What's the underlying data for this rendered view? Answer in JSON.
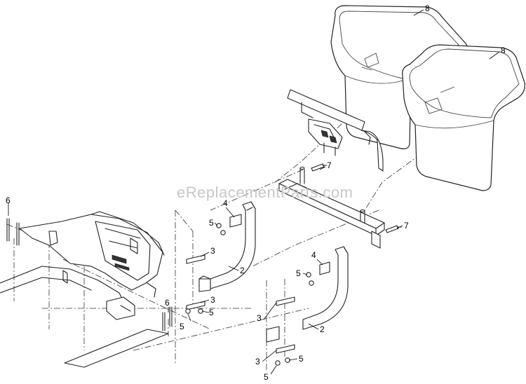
{
  "watermark": "eReplacementParts.com",
  "callouts": {
    "c1": "8",
    "c2": "8",
    "c3": "7",
    "c4": "7",
    "c5": "6",
    "c6": "6",
    "c7": "4",
    "c8": "5",
    "c9": "3",
    "c10": "2",
    "c11": "3",
    "c12": "5",
    "c13": "5",
    "c14": "4",
    "c15": "5",
    "c16": "3",
    "c17": "2",
    "c18": "3",
    "c19": "5",
    "c20": "5"
  }
}
